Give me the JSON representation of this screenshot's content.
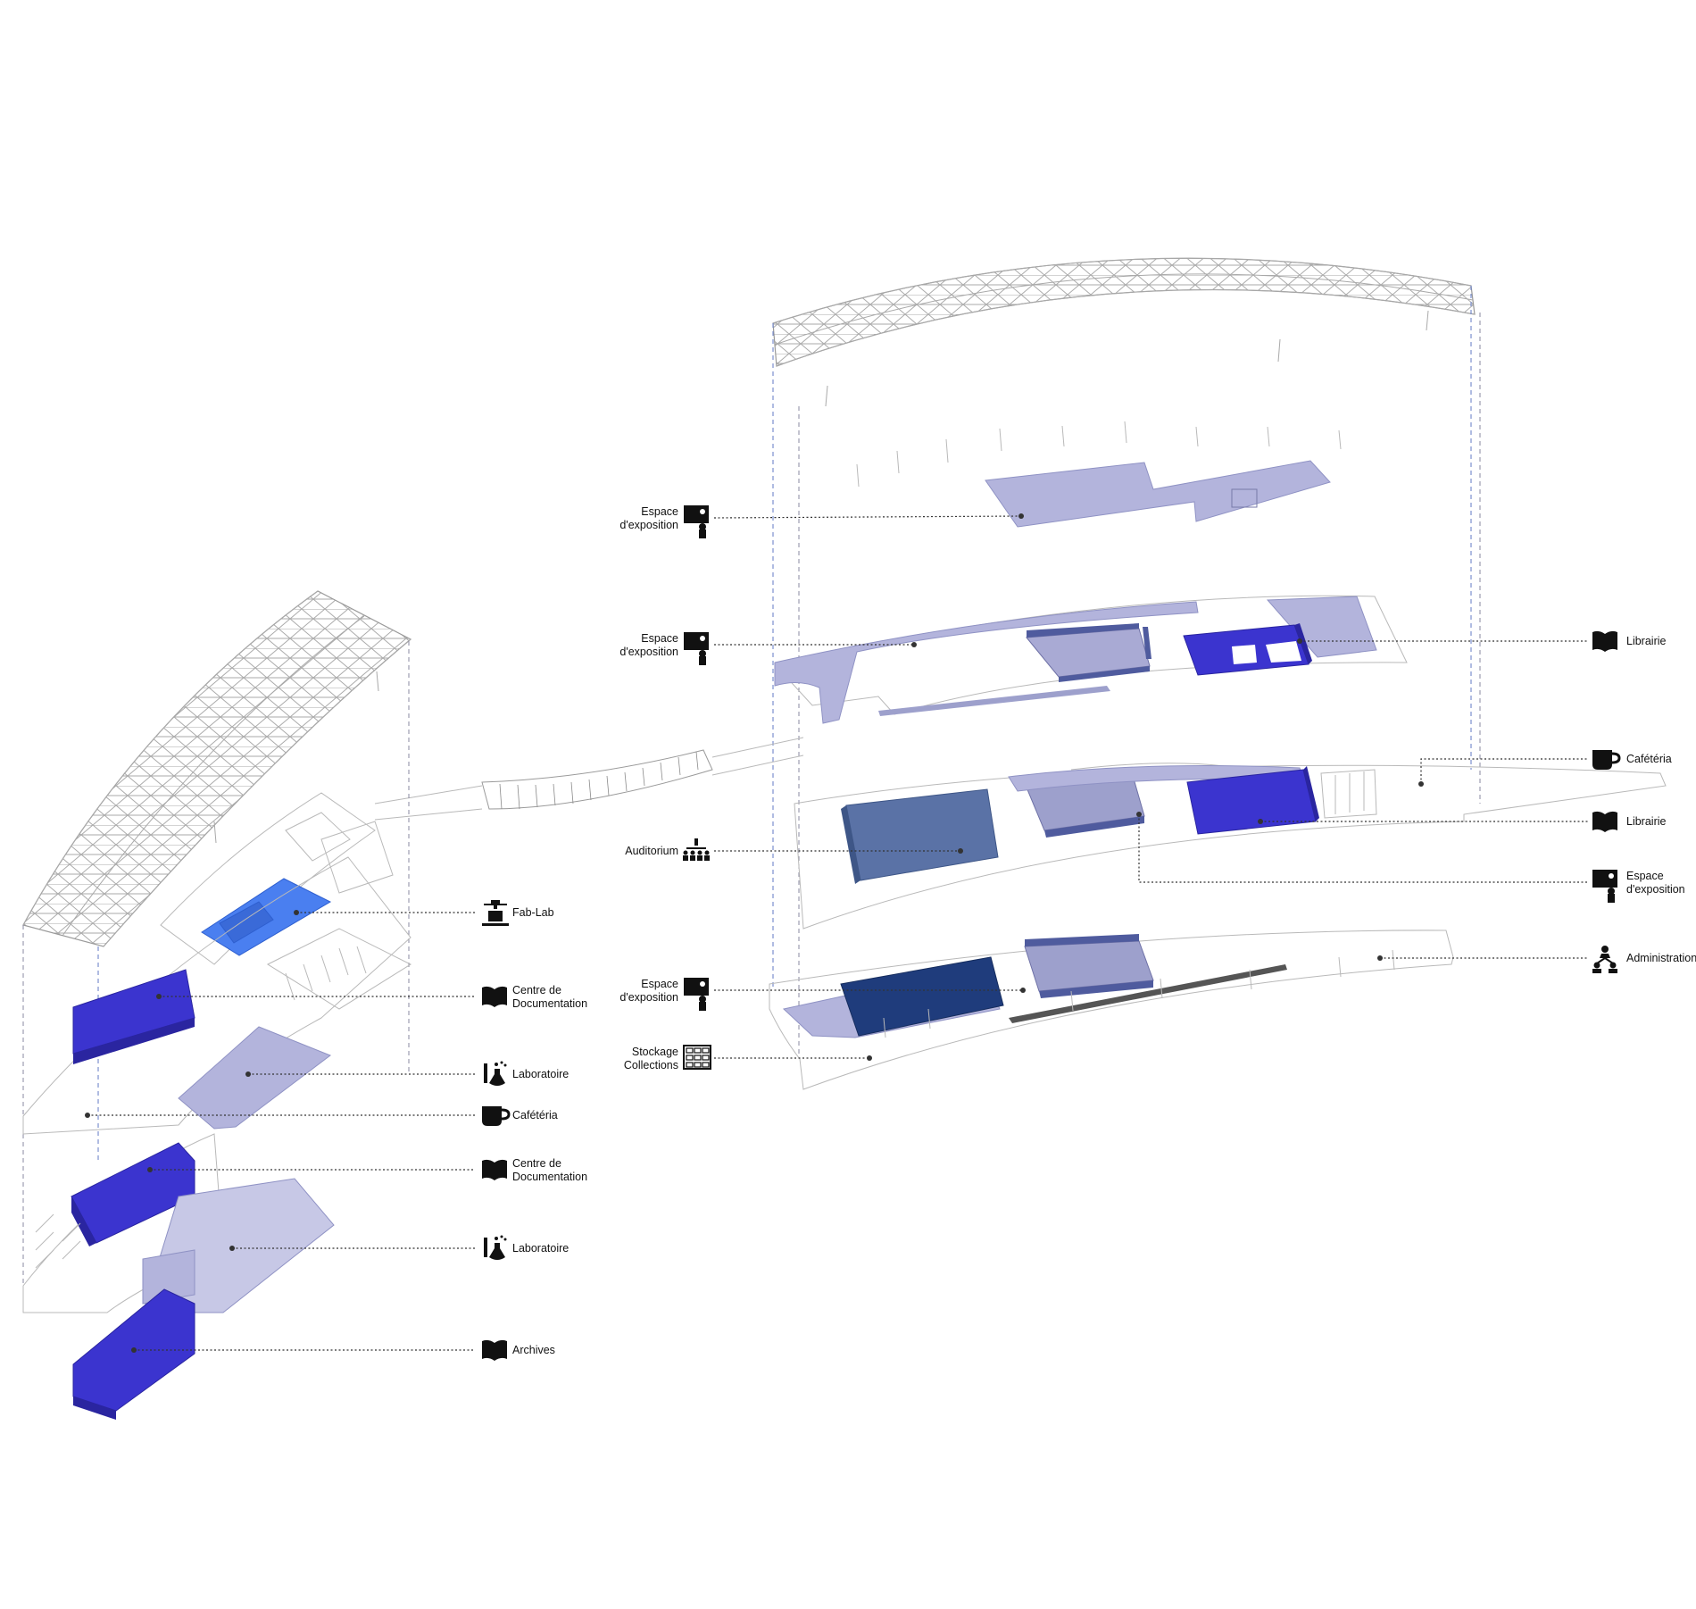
{
  "colors": {
    "royal_blue": "#3b34cf",
    "bright_blue": "#4a7ff0",
    "lavender": "#b3b4dc",
    "slate_blue": "#5a72a6",
    "navy": "#1f3c7c",
    "grey_lines": "#b9b9b9",
    "ink": "#111111"
  },
  "left_tower": {
    "labels": [
      {
        "lines": [
          "Fab-Lab"
        ],
        "icon": "3d-printer-icon"
      },
      {
        "lines": [
          "Centre de",
          "Documentation"
        ],
        "icon": "book-icon"
      },
      {
        "lines": [
          "Laboratoire"
        ],
        "icon": "flask-icon"
      },
      {
        "lines": [
          "Cafétéria"
        ],
        "icon": "coffee-cup-icon"
      },
      {
        "lines": [
          "Centre de",
          "Documentation"
        ],
        "icon": "book-icon"
      },
      {
        "lines": [
          "Laboratoire"
        ],
        "icon": "flask-icon"
      },
      {
        "lines": [
          "Archives"
        ],
        "icon": "book-icon"
      }
    ]
  },
  "right_tower": {
    "left_labels": [
      {
        "lines": [
          "Espace",
          "d'exposition"
        ],
        "icon": "exhibition-icon"
      },
      {
        "lines": [
          "Espace",
          "d'exposition"
        ],
        "icon": "exhibition-icon"
      },
      {
        "lines": [
          "Auditorium"
        ],
        "icon": "audience-icon"
      },
      {
        "lines": [
          "Espace",
          "d'exposition"
        ],
        "icon": "exhibition-icon"
      },
      {
        "lines": [
          "Stockage",
          "Collections"
        ],
        "icon": "storage-rack-icon"
      }
    ],
    "right_labels": [
      {
        "lines": [
          "Librairie"
        ],
        "icon": "book-icon"
      },
      {
        "lines": [
          "Cafétéria"
        ],
        "icon": "coffee-cup-icon"
      },
      {
        "lines": [
          "Librairie"
        ],
        "icon": "book-icon"
      },
      {
        "lines": [
          "Espace",
          "d'exposition"
        ],
        "icon": "exhibition-icon"
      },
      {
        "lines": [
          "Administration"
        ],
        "icon": "hierarchy-icon"
      }
    ]
  }
}
